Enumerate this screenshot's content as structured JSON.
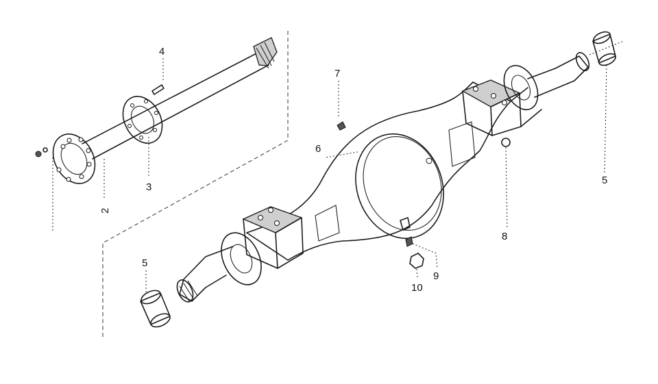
{
  "callouts": {
    "c2": "2",
    "c3": "3",
    "c4": "4",
    "c5a": "5",
    "c5b": "5",
    "c6": "6",
    "c7": "7",
    "c8": "8",
    "c9": "9",
    "c10": "10"
  }
}
